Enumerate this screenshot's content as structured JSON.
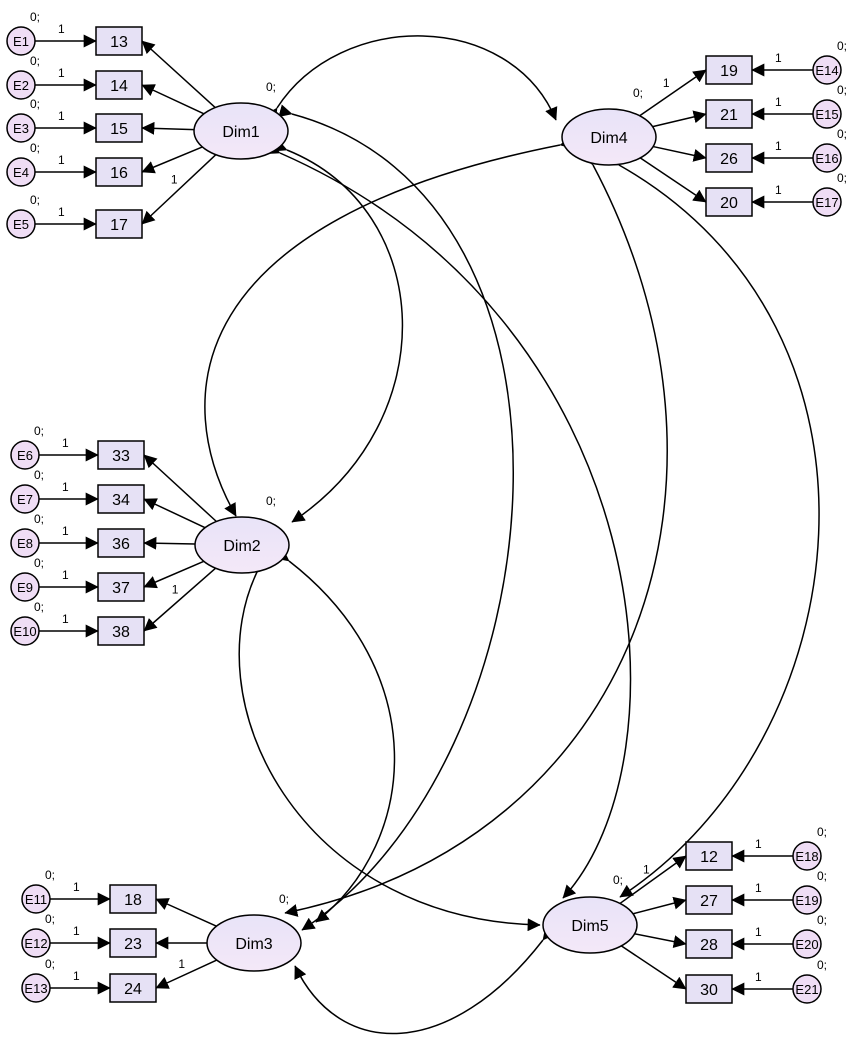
{
  "latents": [
    {
      "id": "Dim1",
      "label": "Dim1",
      "variance": "0;"
    },
    {
      "id": "Dim2",
      "label": "Dim2",
      "variance": "0;"
    },
    {
      "id": "Dim3",
      "label": "Dim3",
      "variance": "0;"
    },
    {
      "id": "Dim4",
      "label": "Dim4",
      "variance": "0;"
    },
    {
      "id": "Dim5",
      "label": "Dim5",
      "variance": "0;"
    }
  ],
  "indicators": [
    {
      "box": "13",
      "error": "E1",
      "latent": "Dim1",
      "error_variance": "0;",
      "error_path": "1",
      "loading": ""
    },
    {
      "box": "14",
      "error": "E2",
      "latent": "Dim1",
      "error_variance": "0;",
      "error_path": "1",
      "loading": ""
    },
    {
      "box": "15",
      "error": "E3",
      "latent": "Dim1",
      "error_variance": "0;",
      "error_path": "1",
      "loading": ""
    },
    {
      "box": "16",
      "error": "E4",
      "latent": "Dim1",
      "error_variance": "0;",
      "error_path": "1",
      "loading": ""
    },
    {
      "box": "17",
      "error": "E5",
      "latent": "Dim1",
      "error_variance": "0;",
      "error_path": "1",
      "loading": "1"
    },
    {
      "box": "33",
      "error": "E6",
      "latent": "Dim2",
      "error_variance": "0;",
      "error_path": "1",
      "loading": ""
    },
    {
      "box": "34",
      "error": "E7",
      "latent": "Dim2",
      "error_variance": "0;",
      "error_path": "1",
      "loading": ""
    },
    {
      "box": "36",
      "error": "E8",
      "latent": "Dim2",
      "error_variance": "0;",
      "error_path": "1",
      "loading": ""
    },
    {
      "box": "37",
      "error": "E9",
      "latent": "Dim2",
      "error_variance": "0;",
      "error_path": "1",
      "loading": ""
    },
    {
      "box": "38",
      "error": "E10",
      "latent": "Dim2",
      "error_variance": "0;",
      "error_path": "1",
      "loading": "1"
    },
    {
      "box": "18",
      "error": "E11",
      "latent": "Dim3",
      "error_variance": "0;",
      "error_path": "1",
      "loading": ""
    },
    {
      "box": "23",
      "error": "E12",
      "latent": "Dim3",
      "error_variance": "0;",
      "error_path": "1",
      "loading": ""
    },
    {
      "box": "24",
      "error": "E13",
      "latent": "Dim3",
      "error_variance": "0;",
      "error_path": "1",
      "loading": "1"
    },
    {
      "box": "19",
      "error": "E14",
      "latent": "Dim4",
      "error_variance": "0;",
      "error_path": "1",
      "loading": "1"
    },
    {
      "box": "21",
      "error": "E15",
      "latent": "Dim4",
      "error_variance": "0;",
      "error_path": "1",
      "loading": ""
    },
    {
      "box": "26",
      "error": "E16",
      "latent": "Dim4",
      "error_variance": "0;",
      "error_path": "1",
      "loading": ""
    },
    {
      "box": "20",
      "error": "E17",
      "latent": "Dim4",
      "error_variance": "0;",
      "error_path": "1",
      "loading": ""
    },
    {
      "box": "12",
      "error": "E18",
      "latent": "Dim5",
      "error_variance": "0;",
      "error_path": "1",
      "loading": "1"
    },
    {
      "box": "27",
      "error": "E19",
      "latent": "Dim5",
      "error_variance": "0;",
      "error_path": "1",
      "loading": ""
    },
    {
      "box": "28",
      "error": "E20",
      "latent": "Dim5",
      "error_variance": "0;",
      "error_path": "1",
      "loading": ""
    },
    {
      "box": "30",
      "error": "E21",
      "latent": "Dim5",
      "error_variance": "0;",
      "error_path": "1",
      "loading": ""
    }
  ],
  "covariances": [
    [
      "Dim1",
      "Dim4"
    ],
    [
      "Dim1",
      "Dim2"
    ],
    [
      "Dim1",
      "Dim3"
    ],
    [
      "Dim1",
      "Dim5"
    ],
    [
      "Dim4",
      "Dim2"
    ],
    [
      "Dim4",
      "Dim3"
    ],
    [
      "Dim4",
      "Dim5"
    ],
    [
      "Dim2",
      "Dim3"
    ],
    [
      "Dim2",
      "Dim5"
    ],
    [
      "Dim3",
      "Dim5"
    ]
  ],
  "colors": {
    "box_fill": "#E6E1F5",
    "circle_fill": "#EFDDF5",
    "ellipse_fill_top": "#E8E3F8",
    "ellipse_fill_bottom": "#F4E8F8",
    "stroke": "#000000"
  }
}
